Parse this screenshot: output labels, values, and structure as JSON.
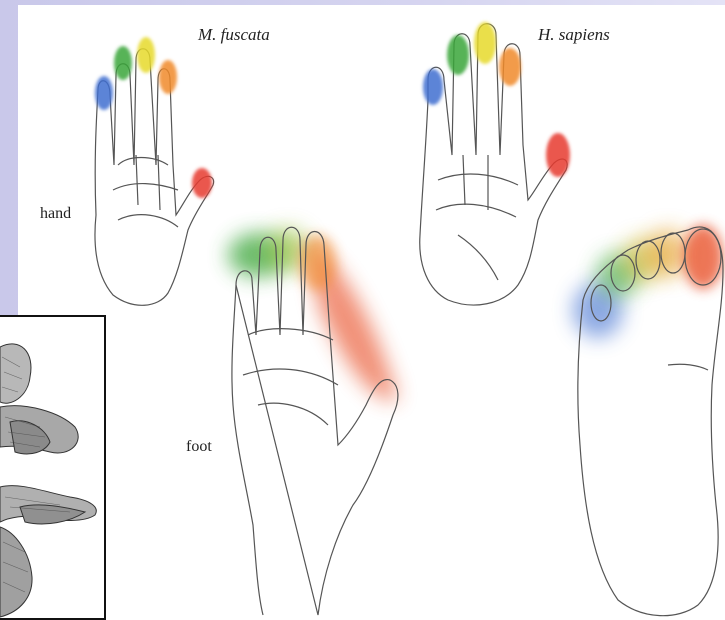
{
  "labels": {
    "species_left": "M. fuscata",
    "species_right": "H. sapiens",
    "hand": "hand",
    "foot": "foot"
  },
  "colors": {
    "digit1": "#e63b2e",
    "digit2": "#f08a2a",
    "digit3": "#e6d92a",
    "digit4": "#3aa63a",
    "digit5": "#3f6fd0",
    "outline": "#444444",
    "slide_bg": "#cfcdee"
  },
  "icons": {
    "inset": "monkey-illustration-icon"
  }
}
